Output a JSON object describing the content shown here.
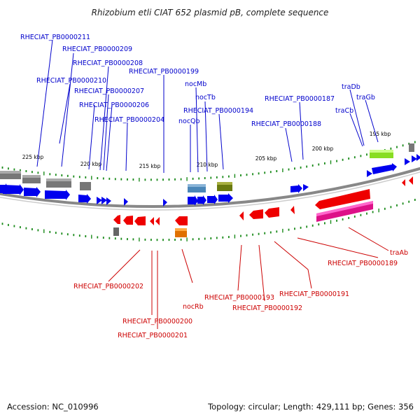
{
  "title": "Rhizobium etli CIAT 652 plasmid pB, complete sequence",
  "footer": {
    "accession": "Accession: NC_010996",
    "summary": "Topology: circular; Length: 429,111 bp; Genes: 356"
  },
  "colors": {
    "forward_label": "#0000cc",
    "reverse_label": "#cc0000",
    "forward_gene": "#0000ee",
    "reverse_gene": "#ee0000",
    "tick_marks": "#1a8a1a",
    "backbone": "#888888"
  },
  "scale_ticks": [
    "225 kbp",
    "220 kbp",
    "215 kbp",
    "210 kbp",
    "205 kbp",
    "200 kbp",
    "195 kbp"
  ],
  "forward_labels": [
    "RHECIAT_PB0000211",
    "RHECIAT_PB0000209",
    "RHECIAT_PB0000208",
    "RHECIAT_PB0000210",
    "RHECIAT_PB0000207",
    "RHECIAT_PB0000206",
    "RHECIAT_PB0000204",
    "RHECIAT_PB0000199",
    "nocMb",
    "nocTb",
    "RHECIAT_PB0000194",
    "nocQb",
    "RHECIAT_PB0000187",
    "RHECIAT_PB0000188",
    "traDb",
    "traGb",
    "traCb"
  ],
  "reverse_labels": [
    "traAb",
    "RHECIAT_PB0000189",
    "RHECIAT_PB0000202",
    "RHECIAT_PB0000191",
    "nocRb",
    "RHECIAT_PB0000193",
    "RHECIAT_PB0000192",
    "RHECIAT_PB0000200",
    "RHECIAT_PB0000201"
  ]
}
